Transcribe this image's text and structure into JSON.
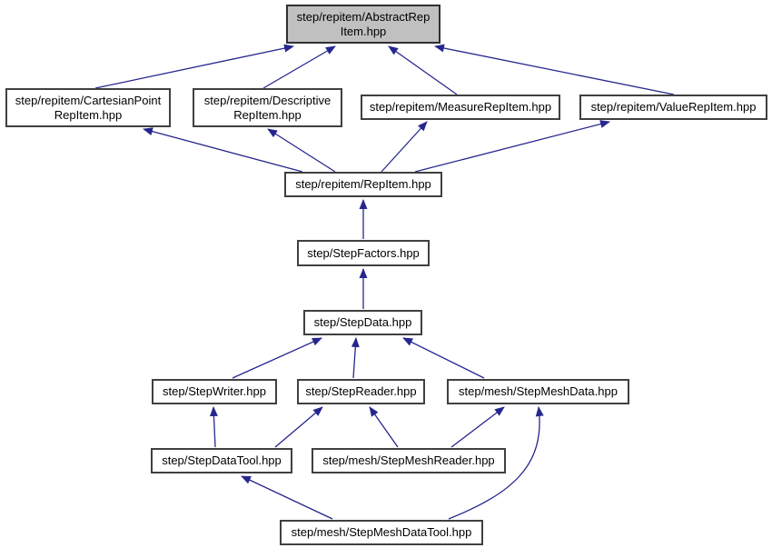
{
  "diagram": {
    "kind": "include-dependency-graph",
    "nodes": [
      {
        "id": "abstract-rep-item",
        "label": "step/repitem/AbstractRep\nItem.hpp",
        "highlighted": true
      },
      {
        "id": "cartesian-point-rep-item",
        "label": "step/repitem/CartesianPoint\nRepItem.hpp",
        "highlighted": false
      },
      {
        "id": "descriptive-rep-item",
        "label": "step/repitem/Descriptive\nRepItem.hpp",
        "highlighted": false
      },
      {
        "id": "measure-rep-item",
        "label": "step/repitem/MeasureRepItem.hpp",
        "highlighted": false
      },
      {
        "id": "value-rep-item",
        "label": "step/repitem/ValueRepItem.hpp",
        "highlighted": false
      },
      {
        "id": "rep-item",
        "label": "step/repitem/RepItem.hpp",
        "highlighted": false
      },
      {
        "id": "step-factors",
        "label": "step/StepFactors.hpp",
        "highlighted": false
      },
      {
        "id": "step-data",
        "label": "step/StepData.hpp",
        "highlighted": false
      },
      {
        "id": "step-writer",
        "label": "step/StepWriter.hpp",
        "highlighted": false
      },
      {
        "id": "step-reader",
        "label": "step/StepReader.hpp",
        "highlighted": false
      },
      {
        "id": "step-mesh-data",
        "label": "step/mesh/StepMeshData.hpp",
        "highlighted": false
      },
      {
        "id": "step-data-tool",
        "label": "step/StepDataTool.hpp",
        "highlighted": false
      },
      {
        "id": "step-mesh-reader",
        "label": "step/mesh/StepMeshReader.hpp",
        "highlighted": false
      },
      {
        "id": "step-mesh-data-tool",
        "label": "step/mesh/StepMeshDataTool.hpp",
        "highlighted": false
      }
    ],
    "edges": [
      {
        "from": "cartesian-point-rep-item",
        "to": "abstract-rep-item"
      },
      {
        "from": "descriptive-rep-item",
        "to": "abstract-rep-item"
      },
      {
        "from": "measure-rep-item",
        "to": "abstract-rep-item"
      },
      {
        "from": "value-rep-item",
        "to": "abstract-rep-item"
      },
      {
        "from": "rep-item",
        "to": "cartesian-point-rep-item"
      },
      {
        "from": "rep-item",
        "to": "descriptive-rep-item"
      },
      {
        "from": "rep-item",
        "to": "measure-rep-item"
      },
      {
        "from": "rep-item",
        "to": "value-rep-item"
      },
      {
        "from": "step-factors",
        "to": "rep-item"
      },
      {
        "from": "step-data",
        "to": "step-factors"
      },
      {
        "from": "step-writer",
        "to": "step-data"
      },
      {
        "from": "step-reader",
        "to": "step-data"
      },
      {
        "from": "step-mesh-data",
        "to": "step-data"
      },
      {
        "from": "step-data-tool",
        "to": "step-writer"
      },
      {
        "from": "step-data-tool",
        "to": "step-reader"
      },
      {
        "from": "step-mesh-reader",
        "to": "step-reader"
      },
      {
        "from": "step-mesh-reader",
        "to": "step-mesh-data"
      },
      {
        "from": "step-mesh-data-tool",
        "to": "step-data-tool"
      },
      {
        "from": "step-mesh-data-tool",
        "to": "step-mesh-data",
        "style": "curved"
      }
    ]
  },
  "colors": {
    "edge": "#26268e",
    "node_border": "#404040",
    "node_fill": "#ffffff",
    "highlight_fill": "#c0c0c0",
    "background": "#ffffff",
    "text": "#000000"
  }
}
